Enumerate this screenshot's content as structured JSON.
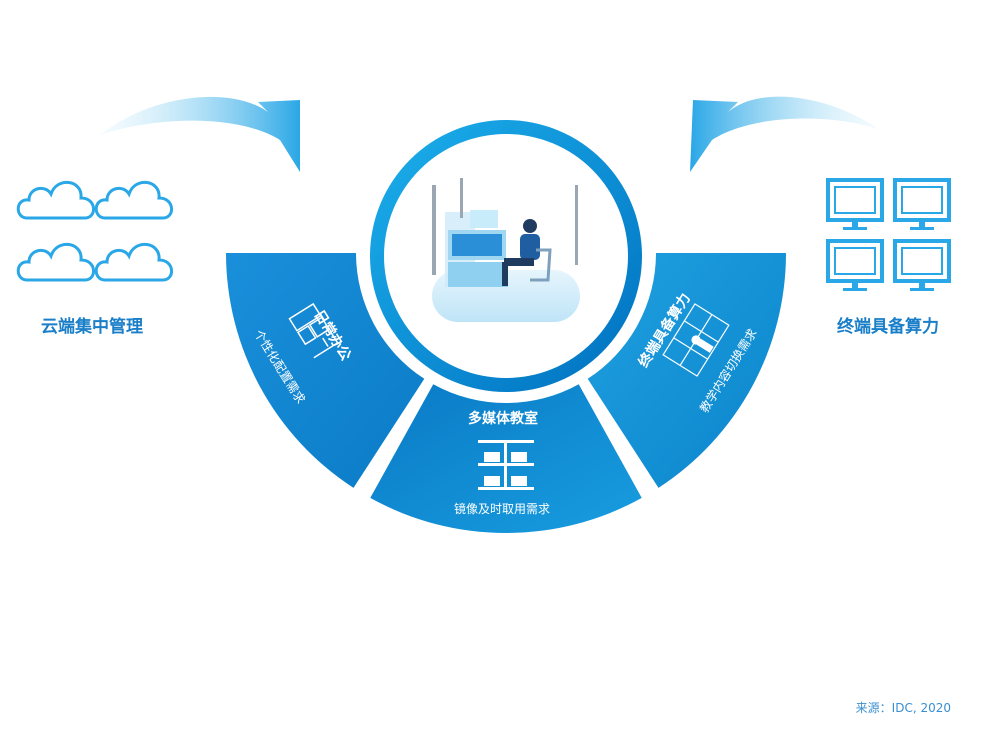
{
  "left_group": {
    "label": "云端集中管理",
    "icon": "cloud-icon"
  },
  "right_group": {
    "label": "终端具备算力",
    "icon": "monitor-icon"
  },
  "segments": [
    {
      "title": "日常办公",
      "subtitle": "个性化配置需求",
      "icon": "office-furniture-icon"
    },
    {
      "title": "多媒体教室",
      "subtitle": "镜像及时取用需求",
      "icon": "classroom-icon"
    },
    {
      "title": "终端具备算力",
      "subtitle": "教学内容切换需求",
      "icon": "data-center-icon"
    }
  ],
  "source": "来源：IDC, 2020",
  "colors": {
    "primary": "#0a86d4",
    "light": "#2aa7e6",
    "label": "#1a7fc8"
  }
}
